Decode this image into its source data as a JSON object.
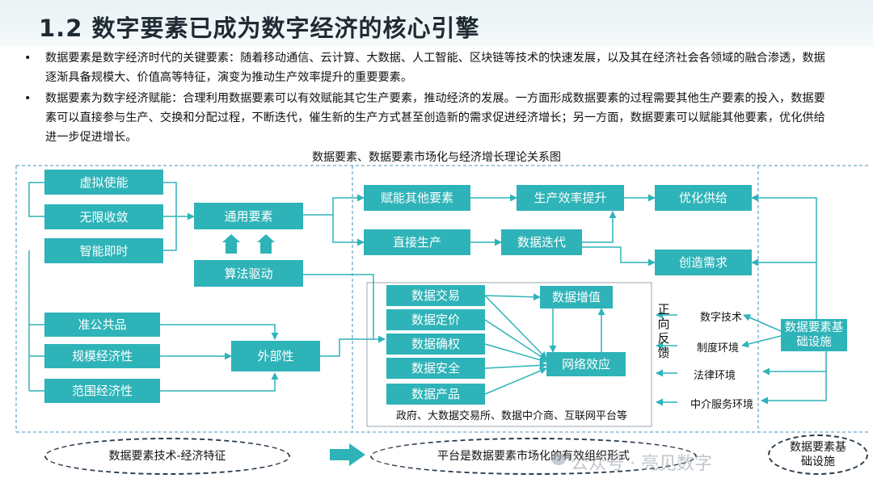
{
  "title": "1.2 数字要素已成为数字经济的核心引擎",
  "bullets": [
    {
      "dot": "•",
      "text": "数据要素是数字经济时代的关键要素：随着移动通信、云计算、大数据、人工智能、区块链等技术的快速发展，以及其在经济社会各领域的融合渗透，数据逐渐具备规模大、价值高等特征，演变为推动生产效率提升的重要要素。"
    },
    {
      "dot": "•",
      "text": "数据要素为数字经济赋能：合理利用数据要素可以有效赋能其它生产要素，推动经济的发展。一方面形成数据要素的过程需要其他生产要素的投入，数据要素可以直接参与生产、交换和分配过程，不断迭代，催生新的生产方式甚至创造新的需求促进经济增长；另一方面，数据要素可以赋能其他要素，优化供给进一步促进增长。"
    }
  ],
  "diagram": {
    "title": "数据要素、数据要素市场化与经济增长理论关系图",
    "nodes": {
      "xuni": "虚拟使能",
      "wuxian": "无限收敛",
      "zhineng": "智能即时",
      "tongyong": "通用要素",
      "suanfa": "算法驱动",
      "funeng": "赋能其他要素",
      "shengchan": "生产效率提升",
      "youhua": "优化供给",
      "zhijie": "直接生产",
      "diedai": "数据迭代",
      "chuangzao": "创造需求",
      "zhungong": "准公共品",
      "guimo": "规模经济性",
      "fanwei": "范围经济性",
      "waibu": "外部性",
      "jiaoyi": "数据交易",
      "dingjia": "数据定价",
      "quequan": "数据确权",
      "anquan": "数据安全",
      "chanpin": "数据产品",
      "zengzhi": "数据增值",
      "wangluo": "网络效应",
      "jichu": "数据要素基础设施"
    },
    "feedback": "正向反馈",
    "platform_note": "政府、大数据交易所、数据中介商、互联网平台等",
    "env": [
      "数字技术",
      "制度环境",
      "法律环境",
      "中介服务环境"
    ],
    "bottom": {
      "left": "数据要素技术-经济特征",
      "middle": "平台是数据要素市场化的有效组织形式",
      "right": "数据要素基础设施"
    }
  },
  "watermark": "公众号 · 亮见数字",
  "colors": {
    "node": "#2eb3b8",
    "line": "#2eb3b8",
    "arrow_big": "#2eb3b8"
  }
}
